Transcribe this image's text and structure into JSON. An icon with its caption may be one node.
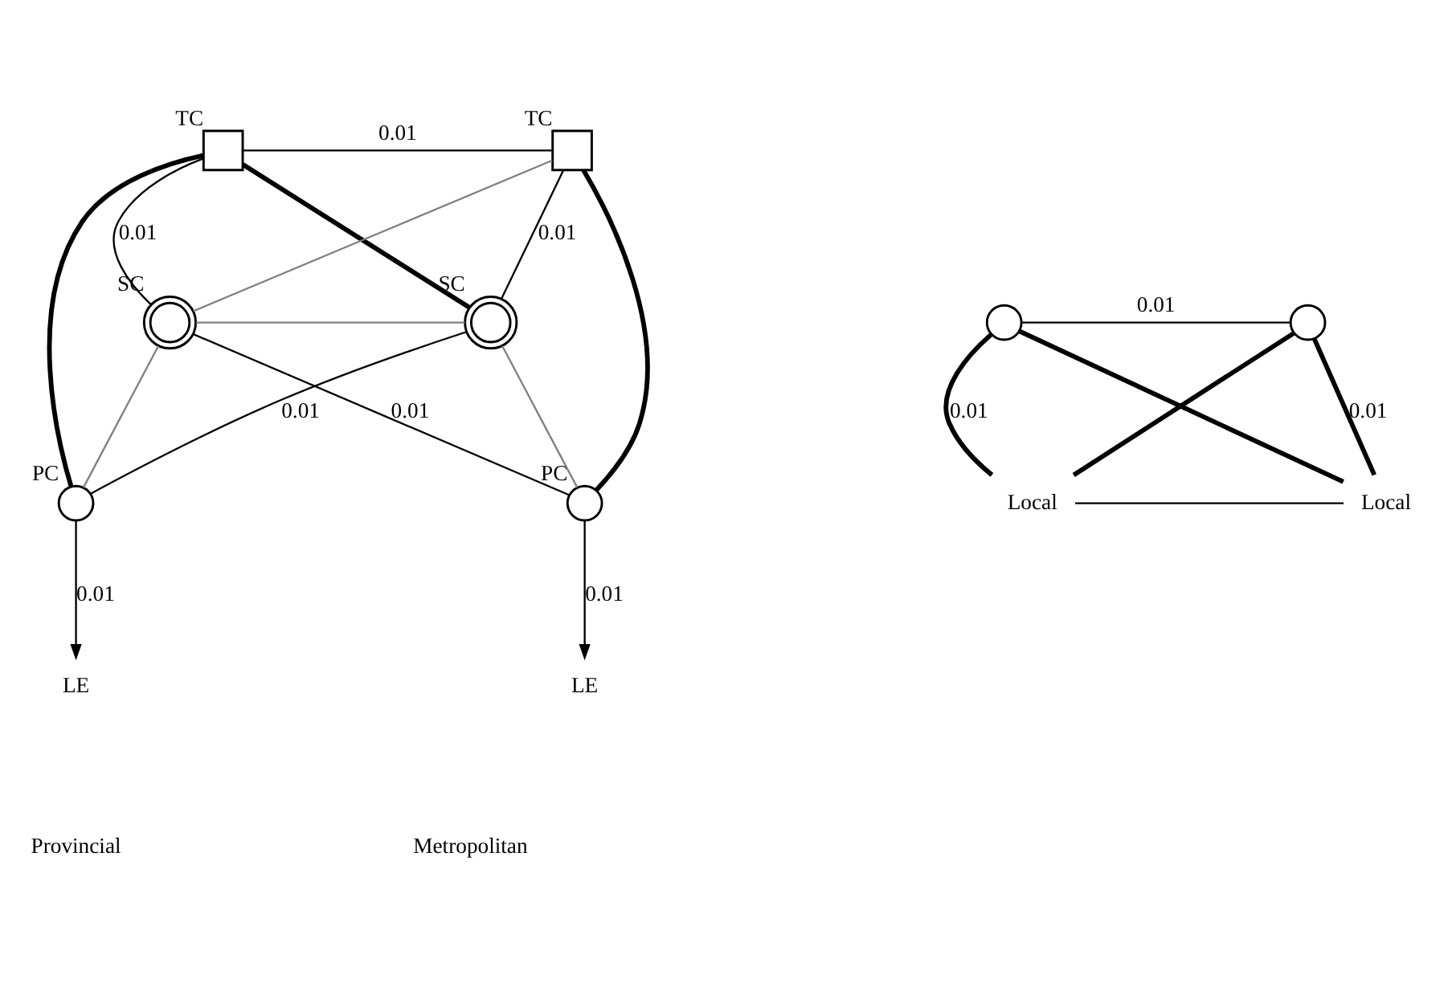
{
  "diagram": {
    "nodes": [
      {
        "text": [],
        "shape": "box",
        "beside": [
          "TC"
        ]
      },
      {
        "text": [],
        "shape": "box",
        "beside": [
          "TC"
        ]
      },
      {
        "text": [],
        "shape": "circle",
        "beside": [
          "SC"
        ]
      },
      {
        "text": [],
        "shape": "circle",
        "beside": [
          "SC"
        ]
      },
      {
        "text": [],
        "shape": "circle",
        "beside": [
          "PC"
        ]
      },
      {
        "text": [],
        "shape": "circle",
        "beside": [
          "PC"
        ]
      },
      {
        "text": [
          "LE"
        ]
      },
      {
        "text": [
          "LE"
        ]
      },
      {
        "text": [],
        "shape": "circle"
      },
      {
        "text": [],
        "shape": "circle"
      },
      {
        "text": [
          "Local"
        ]
      },
      {
        "text": [
          "Local"
        ]
      }
    ],
    "edges": [
      {
        "from": 0,
        "to": 1,
        "arrow": "none",
        "label": "0.01"
      },
      {
        "from": 0,
        "to": 2,
        "arrow": "none",
        "label": "0.01"
      },
      {
        "from": 1,
        "to": 3,
        "arrow": "none",
        "label": "0.01"
      },
      {
        "from": 2,
        "to": 4,
        "arrow": "none",
        "label": "0.01"
      },
      {
        "from": 3,
        "to": 5,
        "arrow": "none",
        "label": "0.01"
      },
      {
        "from": 4,
        "to": 6,
        "arrow": "to",
        "label": "0.01"
      },
      {
        "from": 5,
        "to": 7,
        "arrow": "to",
        "label": "0.01"
      },
      {
        "from": 0,
        "to": 3,
        "arrow": "none",
        "style": "thick"
      },
      {
        "from": 0,
        "to": 5,
        "arrow": "none",
        "style": "thick"
      },
      {
        "from": 1,
        "to": 2,
        "arrow": "none",
        "color": "#808080"
      },
      {
        "from": 1,
        "to": 4,
        "arrow": "none",
        "style": "thick"
      },
      {
        "from": 2,
        "to": 3,
        "arrow": "none",
        "color": "#808080"
      },
      {
        "from": 2,
        "to": 5,
        "arrow": "none",
        "color": "#808080"
      },
      {
        "from": 3,
        "to": 4,
        "arrow": "none",
        "color": "#808080"
      },
      {
        "from": 8,
        "to": 9,
        "arrow": "none",
        "label": "0.01"
      },
      {
        "from": 8,
        "to": 10,
        "arrow": "none",
        "label": "0.01",
        "style": "thick"
      },
      {
        "from": 9,
        "to": 11,
        "arrow": "none",
        "label": "0.01",
        "style": "thick"
      },
      {
        "from": 8,
        "to": 11,
        "arrow": "none",
        "style": "thick"
      },
      {
        "from": 9,
        "to": 10,
        "arrow": "none",
        "style": "thick"
      },
      {
        "from": 10,
        "to": 11,
        "arrow": "none"
      }
    ],
    "labels": [
      "Provincial",
      "Metropolitan"
    ]
  }
}
